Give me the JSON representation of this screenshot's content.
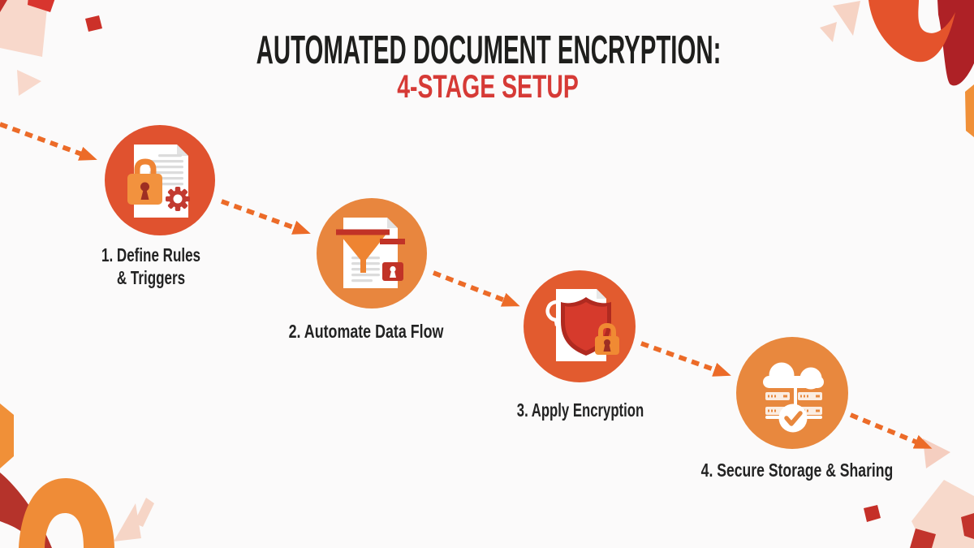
{
  "header": {
    "title": "AUTOMATED DOCUMENT ENCRYPTION:",
    "subtitle": "4-STAGE SETUP",
    "title_color": "#1e1e1c",
    "subtitle_color": "#d63a36"
  },
  "stages": [
    {
      "label": "1. Define Rules\n& Triggers",
      "icon": "document-lock-gear",
      "circle_color": "#e0522f"
    },
    {
      "label": "2. Automate Data Flow",
      "icon": "document-funnel-lock",
      "circle_color": "#e8863e"
    },
    {
      "label": "3. Apply Encryption",
      "icon": "document-shield-lock",
      "circle_color": "#e25b2f"
    },
    {
      "label": "4. Secure Storage & Sharing",
      "icon": "cloud-server-check",
      "circle_color": "#e8883e"
    }
  ],
  "flow": {
    "arrow_color": "#ec6b28",
    "stage_count": 4
  },
  "decor_palette": {
    "dark_red": "#ae2126",
    "red": "#d8352e",
    "orange": "#ef8c37",
    "peach": "#f7d8ca"
  }
}
